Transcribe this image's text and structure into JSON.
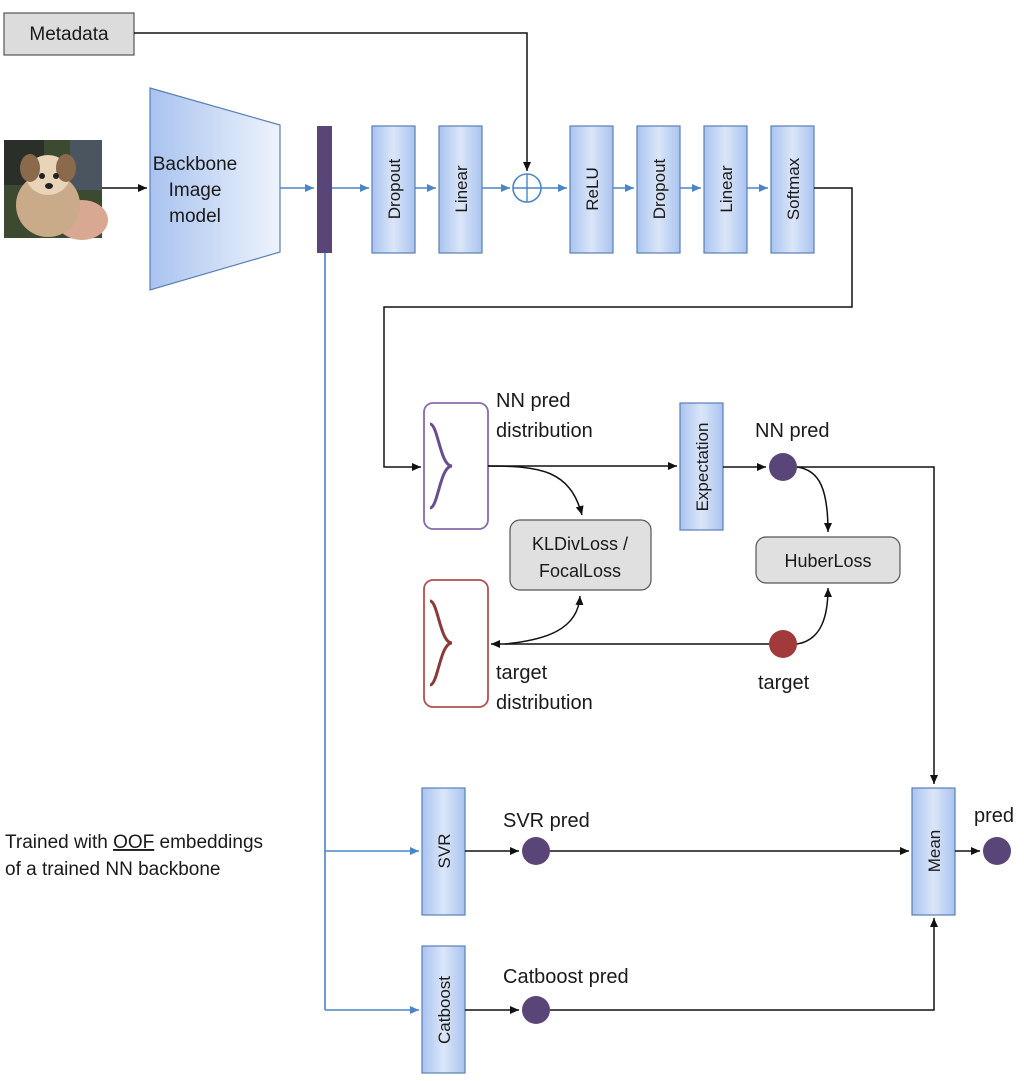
{
  "inputs": {
    "metadata_label": "Metadata",
    "backbone_line1": "Backbone",
    "backbone_line2": "Image",
    "backbone_line3": "model"
  },
  "head_blocks": {
    "dropout1": "Dropout",
    "linear1": "Linear",
    "relu": "ReLU",
    "dropout2": "Dropout",
    "linear2": "Linear",
    "softmax": "Softmax"
  },
  "losses": {
    "nn_dist_line1": "NN pred",
    "nn_dist_line2": "distribution",
    "expectation": "Expectation",
    "nn_pred": "NN pred",
    "kl_line1": "KLDivLoss /",
    "kl_line2": "FocalLoss",
    "huber": "HuberLoss",
    "target_dist_line1": "target",
    "target_dist_line2": "distribution",
    "target": "target"
  },
  "ensemble": {
    "note_prefix": "Trained with ",
    "note_oof": "OOF",
    "note_suffix": " embeddings",
    "note_line2": "of a trained NN backbone",
    "svr": "SVR",
    "svr_pred": "SVR pred",
    "catboost": "Catboost",
    "catboost_pred": "Catboost pred",
    "mean": "Mean",
    "pred": "pred"
  },
  "colors": {
    "block_fill_top": "#eef3fc",
    "block_fill_bottom": "#a9c3ef",
    "embedding_bar": "#5a4578",
    "node_pred": "#5a4578",
    "node_target": "#a13a3a",
    "embedding_line": "#4a86c5"
  }
}
